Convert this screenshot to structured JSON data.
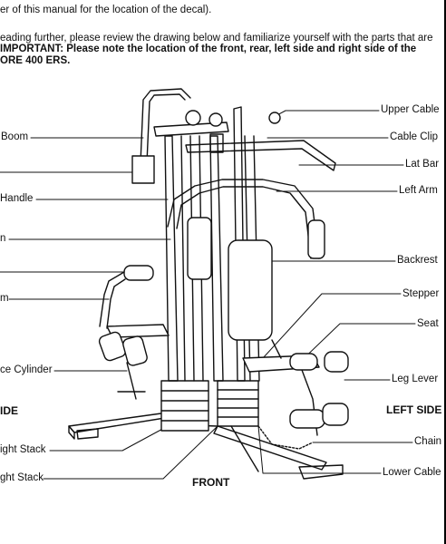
{
  "intro": {
    "line1": "er of this manual for the location of the decal).",
    "line2": "eading further, please review the drawing below and familiarize yourself with the parts that are",
    "line3": "IMPORTANT: Please note the location of the front, rear, left side and right side of the",
    "line4": "ORE 400 ERS."
  },
  "left_labels": {
    "boom": "Boom",
    "handle": "Handle",
    "n": "n",
    "m": "m",
    "ce_cylinder": "ce Cylinder",
    "side": "IDE",
    "right_stack": "ight Stack",
    "left_stack": "ght Stack"
  },
  "right_labels": {
    "upper_cable": "Upper Cable",
    "cable_clip": "Cable Clip",
    "lat_bar": "Lat Bar",
    "left_arm": "Left Arm",
    "backrest": "Backrest",
    "stepper": "Stepper",
    "seat": "Seat",
    "leg_lever": "Leg Lever",
    "left_side": "LEFT SIDE",
    "chain": "Chain",
    "lower_cable": "Lower Cable"
  },
  "front_label": "FRONT"
}
